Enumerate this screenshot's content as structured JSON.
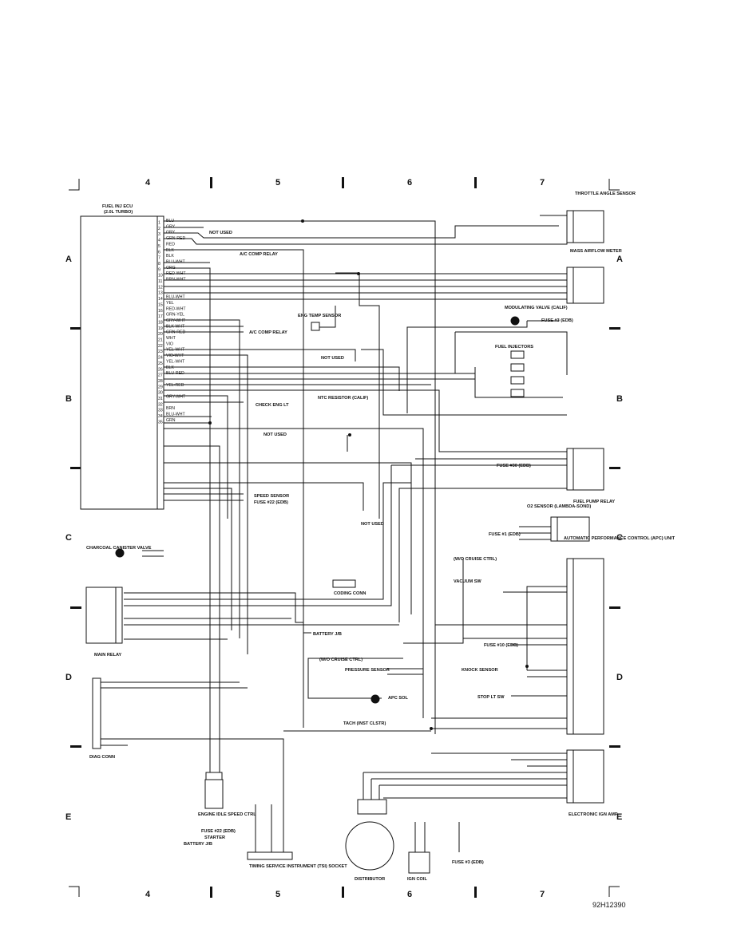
{
  "grid": {
    "columns": [
      "4",
      "5",
      "6",
      "7"
    ],
    "rows": [
      "A",
      "B",
      "C",
      "D",
      "E"
    ]
  },
  "figure_id": "92H12390",
  "ecu": {
    "title": "FUEL INJ ECU",
    "subtitle": "(2.0L TURBO)",
    "pins": [
      {
        "n": "1",
        "wire": "BLU"
      },
      {
        "n": "2",
        "wire": "GRY"
      },
      {
        "n": "3",
        "wire": "GRY"
      },
      {
        "n": "4",
        "wire": "GRN-RED"
      },
      {
        "n": "5",
        "wire": "RED"
      },
      {
        "n": "6",
        "wire": "BLK"
      },
      {
        "n": "7",
        "wire": "BLK"
      },
      {
        "n": "8",
        "wire": "BLU-WHT"
      },
      {
        "n": "9",
        "wire": "ORG"
      },
      {
        "n": "10",
        "wire": "RED-WHT"
      },
      {
        "n": "11",
        "wire": "BRN-WHT"
      },
      {
        "n": "12",
        "wire": ""
      },
      {
        "n": "13",
        "wire": ""
      },
      {
        "n": "14",
        "wire": "BLU-WHT"
      },
      {
        "n": "15",
        "wire": "YEL"
      },
      {
        "n": "16",
        "wire": "RED-WHT"
      },
      {
        "n": "17",
        "wire": "GRN-YEL"
      },
      {
        "n": "18",
        "wire": "GRY-WHT"
      },
      {
        "n": "19",
        "wire": "BLK-WHT"
      },
      {
        "n": "20",
        "wire": "GRN-RED"
      },
      {
        "n": "21",
        "wire": "WHT"
      },
      {
        "n": "22",
        "wire": "VIO"
      },
      {
        "n": "23",
        "wire": "YEL-WHT"
      },
      {
        "n": "24",
        "wire": "VIO-WHT"
      },
      {
        "n": "25",
        "wire": "YEL-WHT"
      },
      {
        "n": "26",
        "wire": "BLK"
      },
      {
        "n": "27",
        "wire": "BLU-RED"
      },
      {
        "n": "28",
        "wire": ""
      },
      {
        "n": "29",
        "wire": "YEL-RED"
      },
      {
        "n": "30",
        "wire": ""
      },
      {
        "n": "31",
        "wire": "GRY-WHT"
      },
      {
        "n": "32",
        "wire": ""
      },
      {
        "n": "33",
        "wire": "BRN"
      },
      {
        "n": "34",
        "wire": "BLU-WHT"
      },
      {
        "n": "35",
        "wire": "GRN"
      }
    ]
  },
  "labels": {
    "not_used": "NOT USED",
    "ac_comp_relay": "A/C COMP RELAY",
    "ac_comp_relay_blu": "A/C COMP RELAY",
    "check_eng_lt": "CHECK ENG LT",
    "speed_sensor": "SPEED SENSOR",
    "fuse22": "FUSE #22 (EDB)",
    "battery_jb": "BATTERY J/B",
    "eng_temp_sensor": "ENG TEMP SENSOR",
    "ntc_resistor": "NTC RESISTOR (CALIF)",
    "coding_conn": "CODING CONN",
    "throttle_angle_sensor": "THROTTLE ANGLE SENSOR",
    "mass_airflow_meter": "MASS AIRFLOW METER",
    "modulating_valve": "MODULATING VALVE (CALIF)",
    "fuse3": "FUSE #3 (EDB)",
    "fuel_injectors": "FUEL INJECTORS",
    "fuel_pump_relay": "FUEL PUMP RELAY",
    "fuse30": "FUSE #30 (EDB)",
    "o2_sensor": "O2 SENSOR (LAMBDA-SOND)",
    "fuse1": "FUSE #1 (EDB)",
    "apc_unit": "AUTOMATIC PERFORMANCE CONTROL (APC) UNIT",
    "wo_cruise_ctrl": "(W/O CRUISE CTRL)",
    "vacuum_sw": "VACUUM SW",
    "fuse10": "FUSE #10 (EDB)",
    "pressure_sensor": "PRESSURE SENSOR",
    "knock_sensor": "KNOCK SENSOR",
    "stop_lt_sw": "STOP LT SW",
    "apc_sol": "APC SOL",
    "tach": "TACH (INST CLSTR)",
    "charcoal_valve": "CHARCOAL CANISTER VALVE",
    "main_relay": "MAIN RELAY",
    "diag_conn": "DIAG CONN",
    "idle_speed_ctrl": "ENGINE IDLE SPEED CTRL",
    "tsi_socket": "TIMING SERVICE INSTRUMENT (TSI) SOCKET",
    "starter": "STARTER",
    "distributor": "DISTRIBUTOR",
    "ign_coil": "IGN COIL",
    "electronic_ign_amp": "ELECTRONIC IGN AMP"
  },
  "colors": {
    "ink": "#111111",
    "paper": "#ffffff"
  }
}
